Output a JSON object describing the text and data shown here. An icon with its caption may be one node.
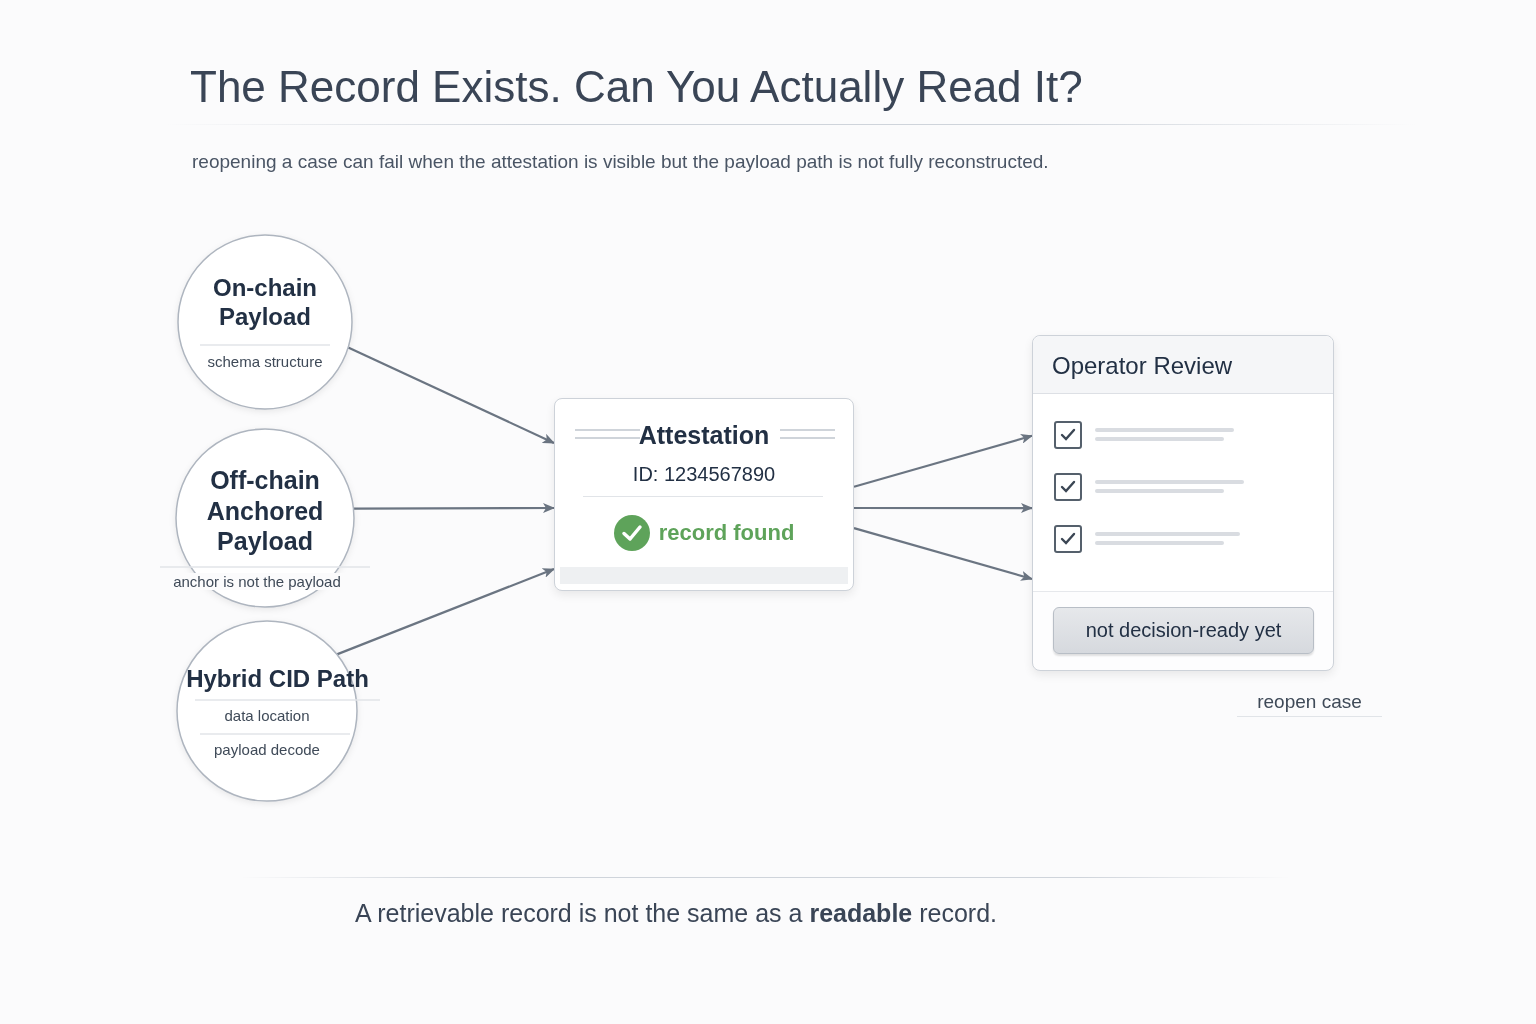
{
  "diagram": {
    "title": "The Record Exists. Can You Actually Read It?",
    "caption": "A retrievable record is not the same as a **readable** record.",
    "nodes": [
      {
        "text": [
          "On-chain Payload",
          "schema structure"
        ]
      },
      {
        "text": [
          "Off-chain Anchored Payload",
          "anchor is not the payload"
        ]
      },
      {
        "text": [
          "Hybrid CID Path",
          "data location",
          "payload decode"
        ]
      },
      {
        "text": [
          "Attestation",
          "ID: 1234567890",
          "record found"
        ]
      },
      {
        "text": [
          "Operator Review"
        ]
      },
      {
        "text": [
          "not decision-ready yet"
        ],
        "in": 4
      }
    ],
    "edges": [
      {
        "from": 0,
        "to": 3,
        "arrow": "to"
      },
      {
        "from": 1,
        "to": 3,
        "arrow": "to"
      },
      {
        "from": 2,
        "to": 3,
        "arrow": "to"
      },
      {
        "from": 3,
        "to": 4,
        "arrow": "to"
      },
      {
        "from": 3,
        "to": 4,
        "arrow": "to"
      },
      {
        "from": 3,
        "to": 4,
        "arrow": "to"
      }
    ],
    "labels": [
      "reopening a case can fail when the attestation is visible but the payload path is not fully reconstructed.",
      "reopen case"
    ]
  }
}
